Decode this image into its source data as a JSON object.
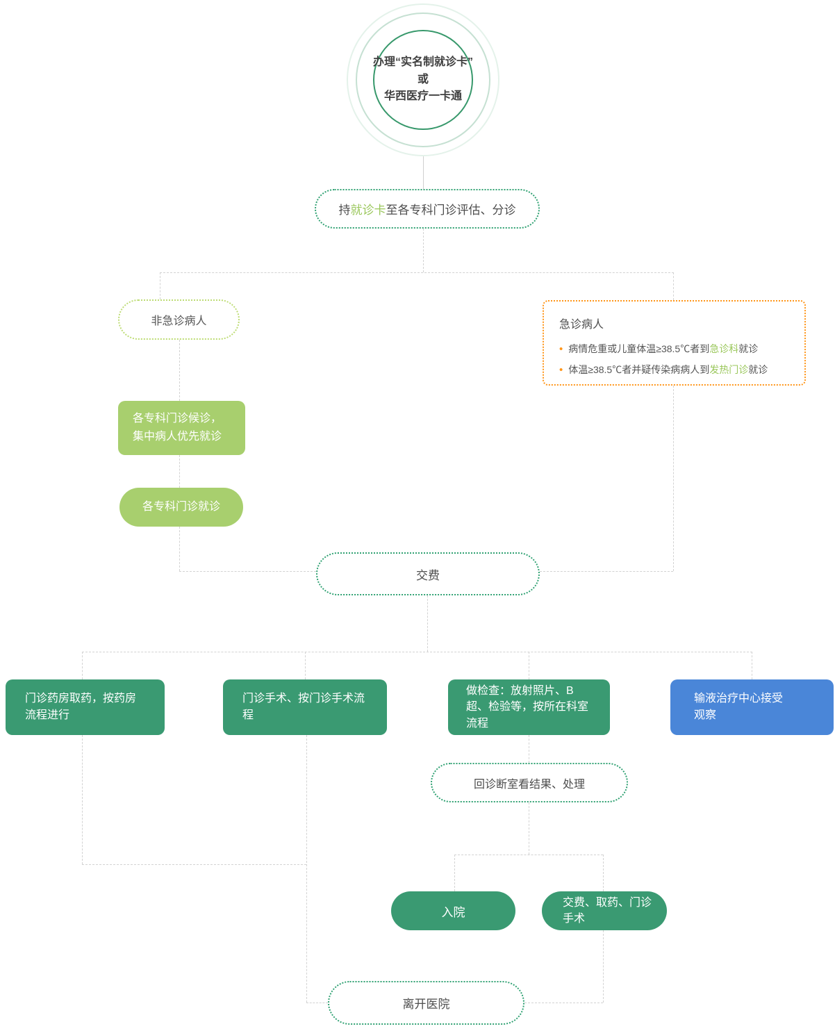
{
  "colors": {
    "dark_green": "#3a9a72",
    "light_green": "#a8cf6e",
    "blue": "#4a86d8",
    "teal_dotted_border": "#2fa172",
    "lime_dotted_border": "#bddc73",
    "orange_border": "#ff9518",
    "green_accent_text": "#9ac75b",
    "body_text": "#4d4d4d",
    "connector_line": "#d2d2d2"
  },
  "flow": {
    "start": {
      "line1": "办理“实名制就诊卡”",
      "line2": "或",
      "line3": "华西医疗一卡通"
    },
    "triage": {
      "prefix": "持",
      "highlight": "就诊卡",
      "suffix": "至各专科门诊评估、分诊"
    },
    "non_emergency": {
      "label": "非急诊病人"
    },
    "emergency": {
      "title": "急诊病人",
      "marker": "•",
      "bullet1": {
        "pre": "病情危重或儿童体温≥38.5℃者到",
        "highlight": "急诊科",
        "post": "就诊"
      },
      "bullet2": {
        "pre": "体温≥38.5℃者并疑传染病病人到",
        "highlight": "发热门诊",
        "post": "就诊"
      }
    },
    "waiting": {
      "label": "各专科门诊候诊，集中病人优先就诊"
    },
    "clinic_visit": {
      "label": "各专科门诊就诊"
    },
    "payment": {
      "label": "交费"
    },
    "pharmacy": {
      "label": "门诊药房取药，按药房流程进行"
    },
    "surgery": {
      "label": "门诊手术、按门诊手术流程"
    },
    "tests": {
      "label": "做检查：放射照片、B超、检验等，按所在科室流程"
    },
    "infusion": {
      "label": "输液治疗中心接受观察"
    },
    "review": {
      "label": "回诊断室看结果、处理"
    },
    "admission": {
      "label": "入院"
    },
    "pay_medicine_surgery": {
      "label": "交费、取药、门诊手术"
    },
    "leave": {
      "label": "离开医院"
    }
  }
}
